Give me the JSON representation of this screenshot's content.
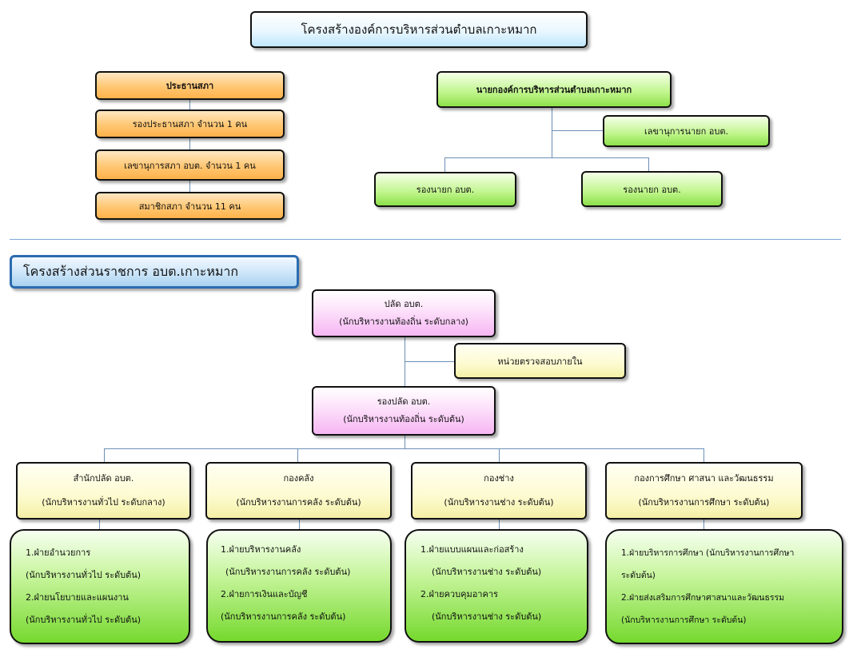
{
  "top_title": "โครงสร้างองค์การบริหารส่วนตำบลเกาะหมาก",
  "council": {
    "chair": "ประธานสภา",
    "vice_chair": "รองประธานสภา จำนวน 1 คน",
    "secretary": "เลขานุการสภา อบต. จำนวน 1 คน",
    "members": "สมาชิกสภา จำนวน 11 คน"
  },
  "executive": {
    "mayor": "นายกองค์การบริหารส่วนตำบลเกาะหมาก",
    "secretary": "เลขานุการนายก อบต.",
    "deputy_left": "รองนายก อบต.",
    "deputy_right": "รองนายก อบต."
  },
  "section_title": "โครงสร้างส่วนราชการ อบต.เกาะหมาก",
  "admin": {
    "palad_title": "ปลัด อบต.",
    "palad_sub": "(นักบริหารงานท้องถิ่น ระดับกลาง)",
    "audit": "หน่วยตรวจสอบภายใน",
    "deputy_palad_title": "รองปลัด อบต.",
    "deputy_palad_sub": "(นักบริหารงานท้องถิ่น ระดับต้น)"
  },
  "departments": [
    {
      "title": "สำนักปลัด อบต.",
      "sub": "(นักบริหารงานทั่วไป ระดับกลาง)",
      "units": [
        "1.ฝ่ายอำนวยการ",
        "(นักบริหารงานทั่วไป ระดับต้น)",
        "2.ฝ่ายนโยบายและแผนงาน",
        "(นักบริหารงานทั่วไป ระดับต้น)"
      ]
    },
    {
      "title": "กองคลัง",
      "sub": "(นักบริหารงานการคลัง ระดับต้น)",
      "units": [
        "1.ฝ่ายบริหารงานคลัง",
        "(นักบริหารงานการคลัง ระดับต้น)",
        "2.ฝ่ายการเงินและบัญชี",
        "(นักบริหารงานการคลัง ระดับต้น)"
      ]
    },
    {
      "title": "กองช่าง",
      "sub": "(นักบริหารงานช่าง ระดับต้น)",
      "units": [
        "1.ฝ่ายแบบแผนและก่อสร้าง",
        "(นักบริหารงานช่าง ระดับต้น)",
        "2.ฝ่ายควบคุมอาคาร",
        "(นักบริหารงานช่าง ระดับต้น)"
      ]
    },
    {
      "title": "กองการศึกษา ศาสนา และวัฒนธรรม",
      "sub": "(นักบริหารงานการศึกษา ระดับต้น)",
      "units": [
        "1.ฝ่ายบริหารการศึกษา (นักบริหารงานการศึกษา",
        "ระดับต้น)",
        "2.ฝ่ายส่งเสริมการศึกษาศาสนาและวัฒนธรรม",
        "(นักบริหารงานการศึกษา ระดับต้น)"
      ]
    }
  ]
}
